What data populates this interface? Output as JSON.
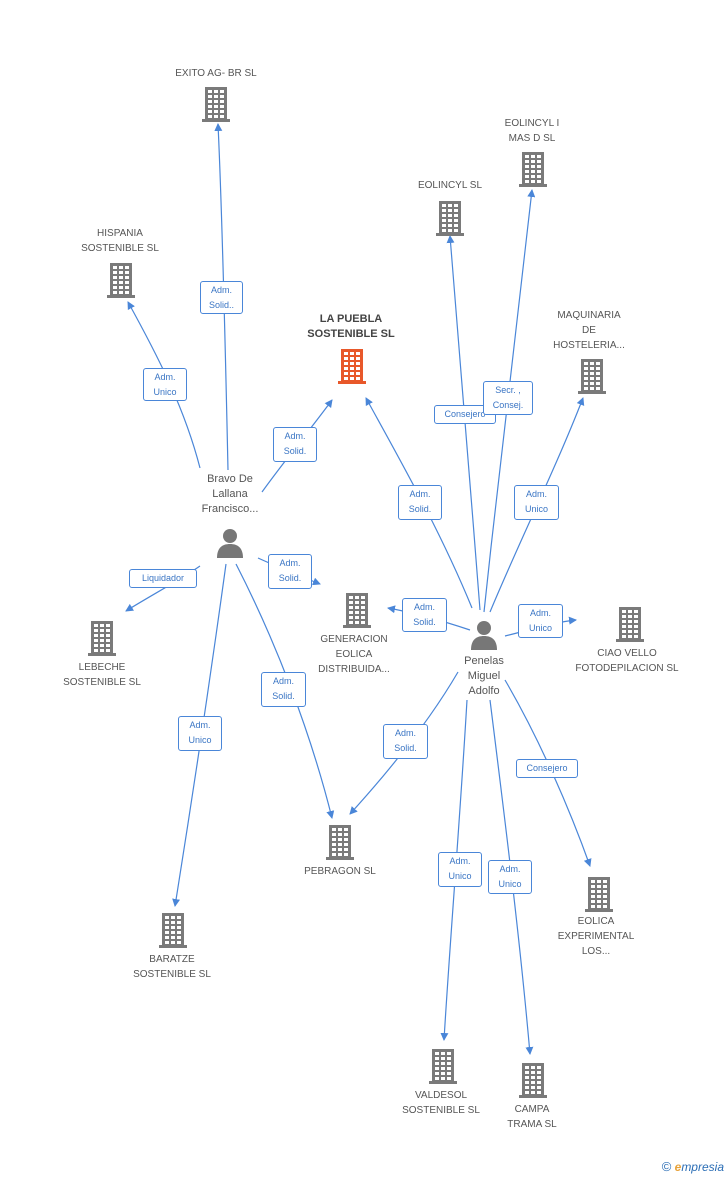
{
  "colors": {
    "edge": "#4a86d8",
    "company_icon": "#7a7a7a",
    "center_icon": "#e8582a",
    "person_icon": "#777777"
  },
  "companies": [
    {
      "id": "exito",
      "label": "EXITO AG- BR SL"
    },
    {
      "id": "hispania",
      "label": "HISPANIA\nSOSTENIBLE SL"
    },
    {
      "id": "lapuebla",
      "label": "LA PUEBLA\nSOSTENIBLE SL",
      "center": true
    },
    {
      "id": "eolincyl",
      "label": "EOLINCYL SL"
    },
    {
      "id": "eolincyl-imasd",
      "label": "EOLINCYL I\nMAS D SL"
    },
    {
      "id": "maquinaria",
      "label": "MAQUINARIA\nDE\nHOSTELERIA..."
    },
    {
      "id": "lebeche",
      "label": "LEBECHE\nSOSTENIBLE  SL"
    },
    {
      "id": "generacion",
      "label": "GENERACION\nEOLICA\nDISTRIBUIDA..."
    },
    {
      "id": "ciaovello",
      "label": "CIAO VELLO\nFOTODEPILACION SL"
    },
    {
      "id": "pebragon",
      "label": "PEBRAGON SL"
    },
    {
      "id": "eolica-exp",
      "label": "EOLICA\nEXPERIMENTAL\nLOS..."
    },
    {
      "id": "baratze",
      "label": "BARATZE\nSOSTENIBLE  SL"
    },
    {
      "id": "valdesol",
      "label": "VALDESOL\nSOSTENIBLE SL"
    },
    {
      "id": "campa",
      "label": "CAMPA\nTRAMA  SL"
    }
  ],
  "persons": [
    {
      "id": "bravo",
      "label": "Bravo De\nLallana\nFrancisco..."
    },
    {
      "id": "penelas",
      "label": "Penelas\nMiguel\nAdolfo"
    }
  ],
  "roles": [
    {
      "id": "r-bravo-exito",
      "label": "Adm.\nSolid.."
    },
    {
      "id": "r-bravo-hispania",
      "label": "Adm.\nUnico"
    },
    {
      "id": "r-bravo-lapuebla",
      "label": "Adm.\nSolid."
    },
    {
      "id": "r-bravo-lebeche",
      "label": "Liquidador"
    },
    {
      "id": "r-bravo-generacion",
      "label": "Adm.\nSolid."
    },
    {
      "id": "r-bravo-pebragon",
      "label": "Adm.\nSolid."
    },
    {
      "id": "r-bravo-baratze",
      "label": "Adm.\nUnico"
    },
    {
      "id": "r-penelas-eolincyl",
      "label": "Consejero"
    },
    {
      "id": "r-penelas-imasd",
      "label": "Secr. ,\nConsej."
    },
    {
      "id": "r-penelas-lapuebla",
      "label": "Adm.\nSolid."
    },
    {
      "id": "r-penelas-maquinaria",
      "label": "Adm.\nUnico"
    },
    {
      "id": "r-penelas-generacion",
      "label": "Adm.\nSolid."
    },
    {
      "id": "r-penelas-ciaovello",
      "label": "Adm.\nUnico"
    },
    {
      "id": "r-penelas-pebragon",
      "label": "Adm.\nSolid."
    },
    {
      "id": "r-penelas-eolica",
      "label": "Consejero"
    },
    {
      "id": "r-penelas-valdesol",
      "label": "Adm.\nUnico"
    },
    {
      "id": "r-penelas-campa",
      "label": "Adm.\nUnico"
    }
  ],
  "footer": {
    "copyright": "©",
    "brand_e": "e",
    "brand_rest": "mpresia"
  }
}
